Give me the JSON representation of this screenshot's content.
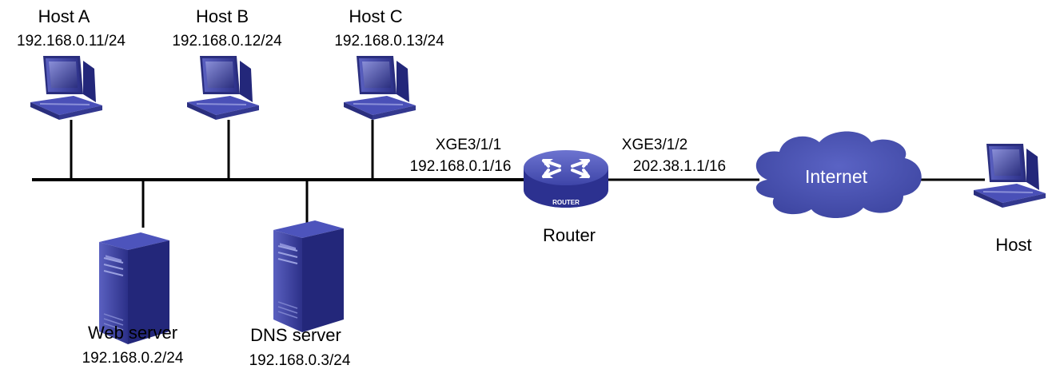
{
  "hosts": [
    {
      "name": "Host A",
      "ip": "192.168.0.11/24"
    },
    {
      "name": "Host B",
      "ip": "192.168.0.12/24"
    },
    {
      "name": "Host C",
      "ip": "192.168.0.13/24"
    }
  ],
  "servers": [
    {
      "name": "Web server",
      "ip": "192.168.0.2/24"
    },
    {
      "name": "DNS server",
      "ip": "192.168.0.3/24"
    }
  ],
  "router": {
    "name": "Router",
    "badge": "ROUTER",
    "left_interface": {
      "name": "XGE3/1/1",
      "ip": "192.168.0.1/16"
    },
    "right_interface": {
      "name": "XGE3/1/2",
      "ip": "202.38.1.1/16"
    }
  },
  "internet": {
    "label": "Internet"
  },
  "remote_host": {
    "name": "Host"
  },
  "colors": {
    "device_blue": "#3a3fa0",
    "device_dark": "#23277a",
    "cloud_blue": "#4750b0",
    "line": "#000000"
  }
}
